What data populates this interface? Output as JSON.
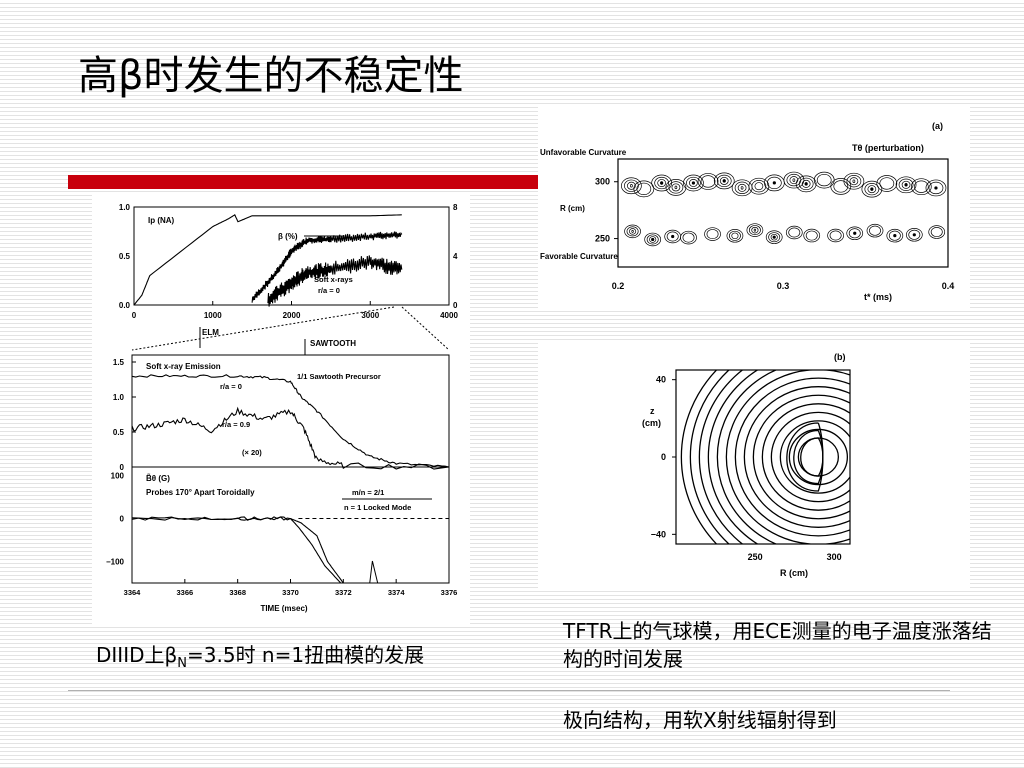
{
  "slide": {
    "title": "高β时发生的不稳定性",
    "caption_left": {
      "pre": "DIIID上β",
      "sub": "N",
      "post": "=3.5时 n=1扭曲模的发展"
    },
    "caption_right_1": "TFTR上的气球模，用ECE测量的电子温度涨落结构的时间发展",
    "caption_right_2": "极向结构，用软X射线辐射得到"
  },
  "colors": {
    "title_bar": "#c8000c",
    "ink": "#000000"
  },
  "chart_data": [
    {
      "type": "line",
      "panel": "DIIID top",
      "x_ticks": [
        "0",
        "1000",
        "2000",
        "3000",
        "4000"
      ],
      "y_left_ticks": [
        "0.0",
        "0.5",
        "1.0"
      ],
      "y_right_ticks": [
        "0",
        "4",
        "8"
      ],
      "annotations": [
        "Ip (NA)",
        "β (%)",
        "Soft x-rays",
        "r/a = 0",
        "ELM",
        "SAWTOOTH"
      ],
      "xlim": [
        0,
        4000
      ],
      "ylim": [
        0,
        1.0
      ],
      "series": [
        {
          "name": "Ip (NA)",
          "x": [
            0,
            100,
            200,
            1000,
            1200,
            1280,
            1320,
            1500,
            3000,
            3400
          ],
          "y": [
            0,
            0.1,
            0.3,
            0.8,
            0.88,
            0.92,
            0.85,
            0.91,
            0.91,
            0.92
          ]
        },
        {
          "name": "β (%)",
          "x": [
            1500,
            1800,
            2000,
            2200,
            2500,
            3000,
            3400
          ],
          "y": [
            0.05,
            0.32,
            0.55,
            0.66,
            0.67,
            0.7,
            0.72
          ]
        },
        {
          "name": "Soft x-rays",
          "x": [
            1700,
            2000,
            2200,
            2500,
            3000,
            3400
          ],
          "y": [
            0.05,
            0.22,
            0.33,
            0.36,
            0.44,
            0.36
          ]
        }
      ]
    },
    {
      "type": "line",
      "panel": "DIIID middle",
      "title": "Soft x-ray Emission",
      "y_ticks": [
        "0",
        "0.5",
        "1.0",
        "1.5"
      ],
      "ylim": [
        0,
        1.6
      ],
      "annotations": [
        "1/1 Sawtooth Precursor",
        "r/a = 0",
        "r/a = 0.9",
        "(× 20)"
      ],
      "series": [
        {
          "name": "r/a = 0",
          "x": [
            3364,
            3366,
            3368,
            3369,
            3370,
            3370.4,
            3371,
            3372,
            3373,
            3374,
            3376
          ],
          "y": [
            1.3,
            1.3,
            1.3,
            1.28,
            1.22,
            1.0,
            0.8,
            0.4,
            0.15,
            0.05,
            0
          ]
        },
        {
          "name": "r/a = 0.9",
          "x": [
            3364,
            3365,
            3366,
            3367,
            3368,
            3369,
            3370,
            3370.5,
            3371,
            3372,
            3376
          ],
          "y": [
            0.55,
            0.6,
            0.68,
            0.52,
            0.8,
            0.68,
            0.8,
            0.55,
            0.1,
            0.02,
            0
          ]
        }
      ]
    },
    {
      "type": "line",
      "panel": "DIIID bottom",
      "title": "B̃θ (G)",
      "subtitle": "Probes 170° Apart Toroidally",
      "legend": [
        "m/n = 2/1",
        "n = 1 Locked Mode"
      ],
      "xlabel": "TIME (msec)",
      "x_ticks": [
        "3364",
        "3366",
        "3368",
        "3370",
        "3372",
        "3374",
        "3376"
      ],
      "y_ticks": [
        "100",
        "0",
        "−100"
      ],
      "xlim": [
        3364,
        3376
      ],
      "ylim": [
        -150,
        120
      ],
      "series": [
        {
          "name": "probe 1",
          "x": [
            3364,
            3368,
            3370,
            3370.4,
            3371,
            3371.4,
            3372
          ],
          "y": [
            0,
            0,
            0,
            -10,
            -40,
            -100,
            -150
          ]
        },
        {
          "name": "probe 2",
          "x": [
            3364,
            3368,
            3370,
            3370.3,
            3370.8,
            3371.3,
            3371.9
          ],
          "y": [
            0,
            0,
            0,
            -20,
            -60,
            -110,
            -150
          ]
        }
      ]
    },
    {
      "type": "heatmap",
      "panel": "TFTR (a)",
      "label": "(a)",
      "title": "Tθ (perturbation)",
      "xlabel": "t* (ms)",
      "ylabel": "R (cm)",
      "x_ticks": [
        "0.2",
        "0.3",
        "0.4"
      ],
      "y_ticks": [
        "300",
        "250"
      ],
      "annotations": [
        "Unfavorable Curvature",
        "Favorable Curvature"
      ],
      "xlim": [
        0.2,
        0.4
      ],
      "ylim": [
        225,
        320
      ]
    },
    {
      "type": "heatmap",
      "panel": "TFTR (b)",
      "label": "(b)",
      "xlabel": "R (cm)",
      "ylabel": "z (cm)",
      "x_ticks": [
        "250",
        "300"
      ],
      "y_ticks": [
        "40",
        "0",
        "−40"
      ],
      "xlim": [
        200,
        310
      ],
      "ylim": [
        -45,
        45
      ]
    }
  ]
}
